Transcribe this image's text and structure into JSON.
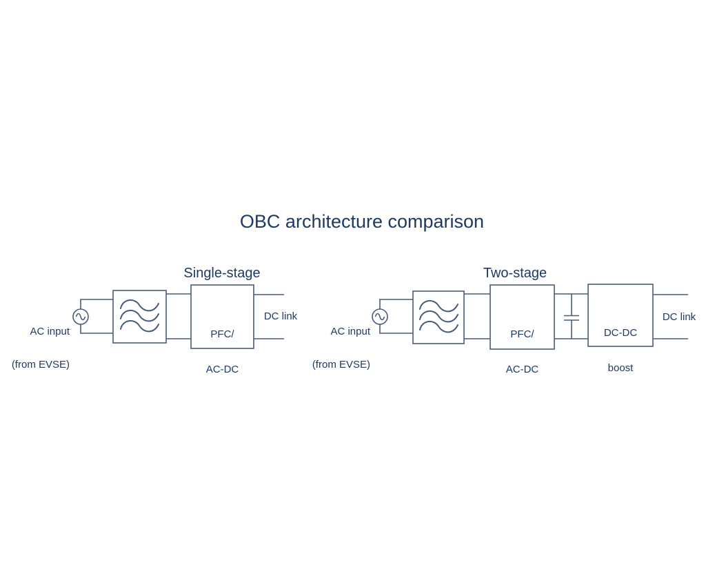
{
  "title": "OBC architecture comparison",
  "colors": {
    "text_navy": "#1d3a66",
    "line_slate": "#495a7c",
    "background": "#ffffff"
  },
  "icons": {
    "ac_source": "ac-source-icon (circle with sine wave)",
    "emi_filter": "emi-filter-icon (three wavy lines in box)",
    "capacitor": "capacitor-icon (two parallel plates)"
  },
  "single_stage": {
    "title": "Single-stage",
    "ac_input_line1": "AC input",
    "ac_input_line2": "(from EVSE)",
    "pfc_block_line1": "PFC/",
    "pfc_block_line2": "AC-DC",
    "dc_link_label": "DC link"
  },
  "two_stage": {
    "title": "Two-stage",
    "ac_input_line1": "AC input",
    "ac_input_line2": "(from EVSE)",
    "pfc_block_line1": "PFC/",
    "pfc_block_line2": "AC-DC",
    "boost_block_line1": "DC-DC",
    "boost_block_line2": "boost",
    "dc_link_label": "DC link"
  }
}
